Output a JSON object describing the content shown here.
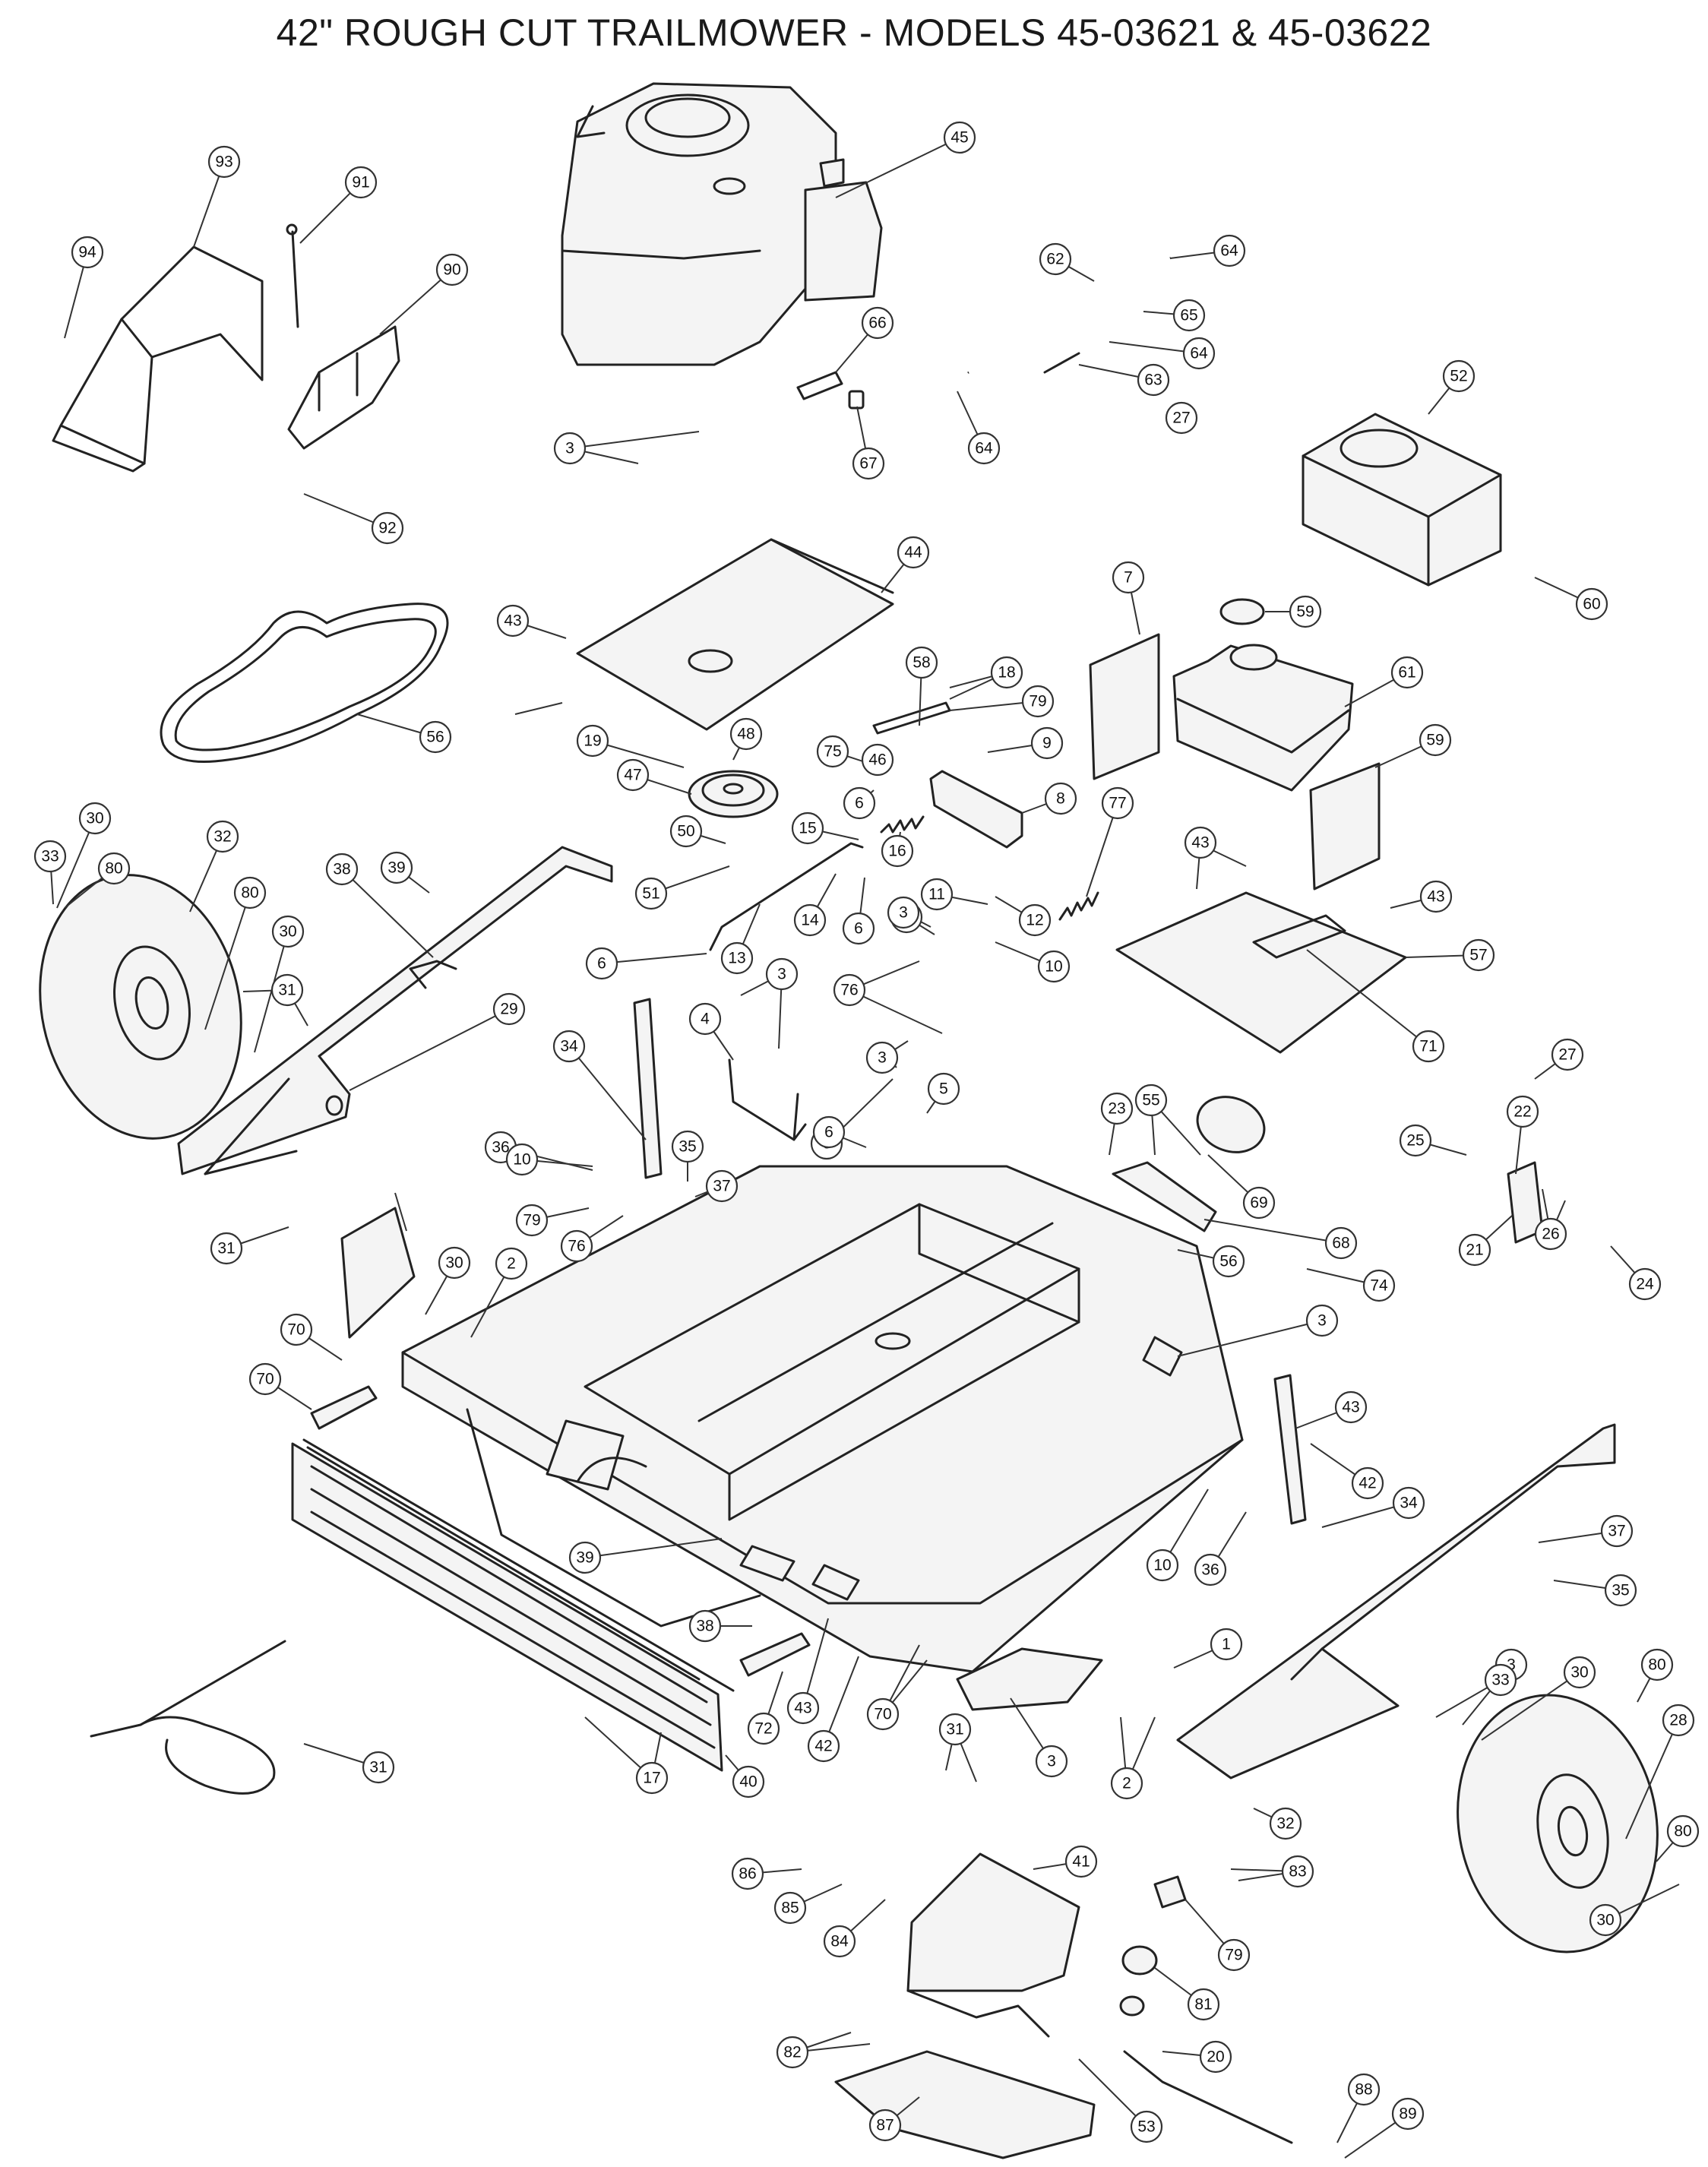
{
  "title": "42\" ROUGH CUT TRAILMOWER - MODELS 45-03621 & 45-03622",
  "callouts": [
    "93",
    "91",
    "94",
    "90",
    "92",
    "45",
    "62",
    "64",
    "65",
    "64",
    "63",
    "27",
    "64",
    "66",
    "67",
    "3",
    "52",
    "60",
    "44",
    "43",
    "56",
    "7",
    "59",
    "61",
    "58",
    "18",
    "79",
    "19",
    "48",
    "47",
    "46",
    "75",
    "9",
    "6",
    "8",
    "59",
    "77",
    "43",
    "43",
    "57",
    "71",
    "50",
    "15",
    "16",
    "14",
    "6",
    "12",
    "11",
    "10",
    "51",
    "3",
    "13",
    "6",
    "33",
    "30",
    "80",
    "32",
    "80",
    "30",
    "31",
    "38",
    "39",
    "29",
    "3",
    "76",
    "34",
    "4",
    "3",
    "3",
    "6",
    "5",
    "6",
    "36",
    "35",
    "37",
    "10",
    "27",
    "23",
    "55",
    "22",
    "25",
    "69",
    "21",
    "26",
    "68",
    "24",
    "56",
    "74",
    "79",
    "76",
    "31",
    "30",
    "2",
    "3",
    "70",
    "70",
    "43",
    "42",
    "34",
    "10",
    "36",
    "37",
    "35",
    "39",
    "38",
    "72",
    "43",
    "42",
    "70",
    "1",
    "3",
    "31",
    "2",
    "3",
    "30",
    "80",
    "32",
    "28",
    "80",
    "30",
    "33",
    "31",
    "17",
    "40",
    "41",
    "86",
    "85",
    "84",
    "83",
    "79",
    "81",
    "82",
    "20",
    "87",
    "53",
    "88",
    "89",
    "24"
  ]
}
